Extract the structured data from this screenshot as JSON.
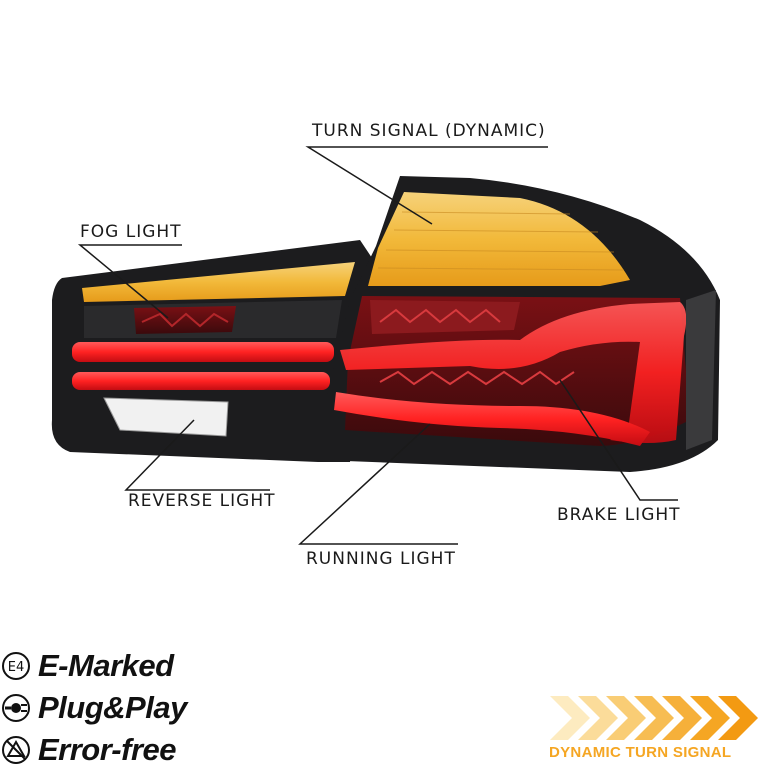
{
  "callouts": {
    "turn_signal": "TURN SIGNAL (DYNAMIC)",
    "fog_light": "FOG LIGHT",
    "reverse_light": "REVERSE LIGHT",
    "running_light": "RUNNING LIGHT",
    "brake_light": "BRAKE LIGHT"
  },
  "features": [
    {
      "icon": "e4-mark-icon",
      "label": "E-Marked"
    },
    {
      "icon": "plug-icon",
      "label": "Plug&Play"
    },
    {
      "icon": "warning-crossed-icon",
      "label": "Error-free"
    }
  ],
  "badge": {
    "label": "DYNAMIC TURN SIGNAL"
  },
  "colors": {
    "amber": "#f5a623",
    "red": "#e0151c",
    "housing": "#1c1c1e"
  }
}
